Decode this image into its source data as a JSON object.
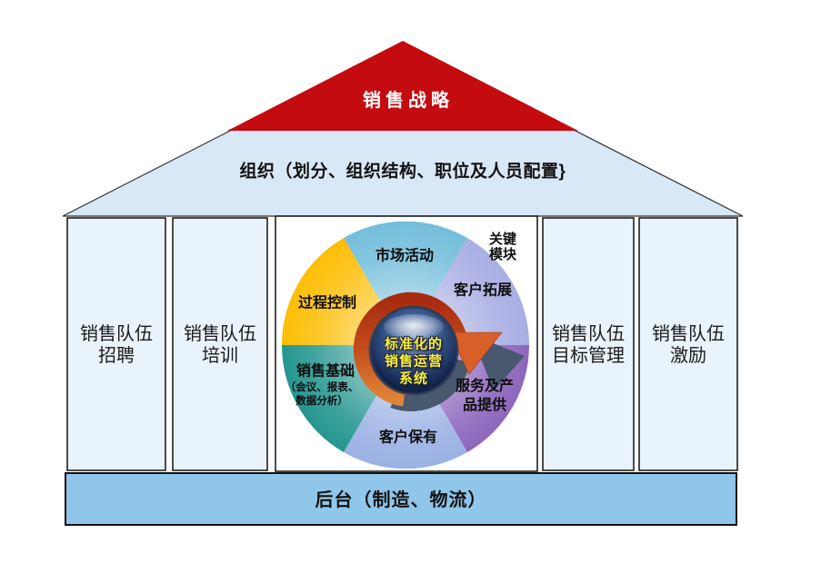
{
  "diagram": {
    "roof": {
      "peak_label": "销售战略",
      "organization_label": "组织（划分、组织结构、职位及人员配置}"
    },
    "pillars": [
      {
        "label": "销售队伍\n招聘"
      },
      {
        "label": "销售队伍\n培训"
      },
      {
        "label": "销售队伍\n目标管理"
      },
      {
        "label": "销售队伍\n激励"
      }
    ],
    "core": {
      "corner_note": "关键\n模块",
      "center_label": "标准化的\n销售运营\n系统",
      "segments": [
        {
          "label": "市场活动",
          "color": "#74BEDB"
        },
        {
          "label": "客户拓展",
          "color": "#A9AEE4"
        },
        {
          "label": "服务及产\n品提供",
          "color": "#8E66BD"
        },
        {
          "label": "客户保有",
          "color": "#9AB1E4"
        },
        {
          "label": "销售基础",
          "sub": "（会议、报表、\n数据分析）",
          "color": "#269690"
        },
        {
          "label": "过程控制",
          "color": "#FCBE06"
        }
      ]
    },
    "foundation": {
      "label": "后台（制造、物流）"
    },
    "colors": {
      "roof_red": "#C30B10",
      "roof_blue": "#D9E8F6",
      "pillar_fill": "#E8F3FC",
      "center_box": "#FFFFFF",
      "foundation_bar": "#8FC6EA",
      "ring_orange": "#D95F28",
      "ring_dark": "#47586F",
      "sphere_navy": "#13264E",
      "center_text": "#F8F32B",
      "outline": "#111111"
    }
  }
}
